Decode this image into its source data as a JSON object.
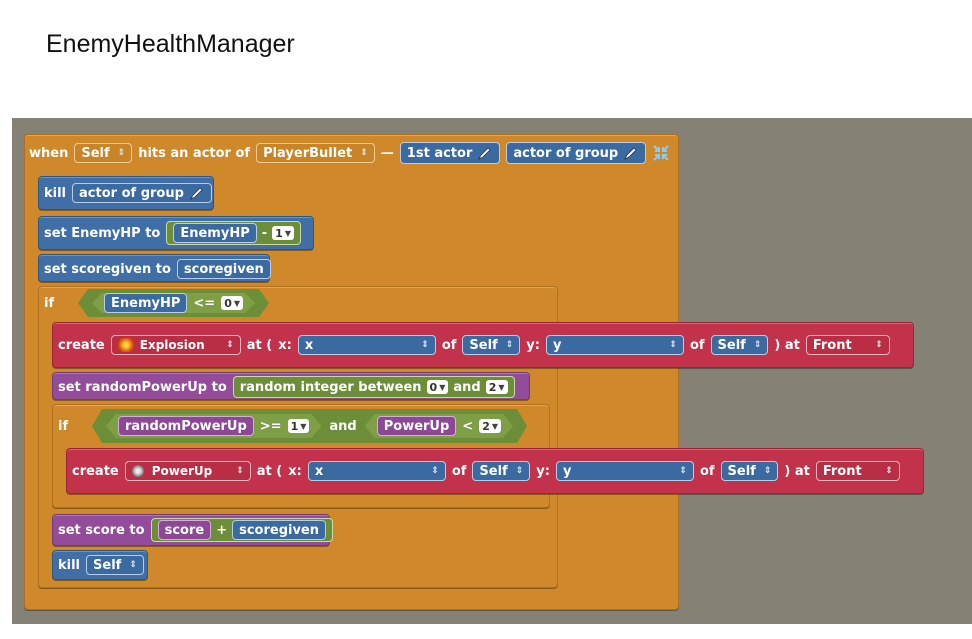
{
  "page_title": "EnemyHealthManager",
  "event": {
    "when": "when",
    "self": "Self",
    "hits": "hits an actor of",
    "player_bullet": "PlayerBullet",
    "dash": "—",
    "first_actor": "1st actor",
    "actor_of_group": "actor of group"
  },
  "kill1": {
    "kill": "kill",
    "target": "actor of group"
  },
  "set_hp": {
    "set": "set EnemyHP to",
    "var": "EnemyHP",
    "minus": "-",
    "value": "1"
  },
  "set_score": {
    "set": "set scoregiven to",
    "var": "scoregiven"
  },
  "if1": {
    "if": "if",
    "var": "EnemyHP",
    "op": "<=",
    "value": "0"
  },
  "create1": {
    "create": "create",
    "actor": "Explosion",
    "at": "at (",
    "x_label": "x:",
    "x": "x",
    "of1": "of",
    "self1": "Self",
    "y_label": "y:",
    "y": "y",
    "of2": "of",
    "self2": "Self",
    "at2": ") at",
    "layer": "Front"
  },
  "set_random": {
    "set": "set randomPowerUp to",
    "fn": "random integer between",
    "min": "0",
    "and": "and",
    "max": "2"
  },
  "if2": {
    "if": "if",
    "var1": "randomPowerUp",
    "op1": ">=",
    "v1": "1",
    "and": "and",
    "var2": "PowerUp",
    "op2": "<",
    "v2": "2"
  },
  "create2": {
    "create": "create",
    "actor": "PowerUp",
    "at": "at (",
    "x_label": "x:",
    "x": "x",
    "of1": "of",
    "self1": "Self",
    "y_label": "y:",
    "y": "y",
    "of2": "of",
    "self2": "Self",
    "at2": ") at",
    "layer": "Front"
  },
  "set_total": {
    "set": "set score to",
    "var1": "score",
    "plus": "+",
    "var2": "scoregiven"
  },
  "kill2": {
    "kill": "kill",
    "target": "Self"
  }
}
